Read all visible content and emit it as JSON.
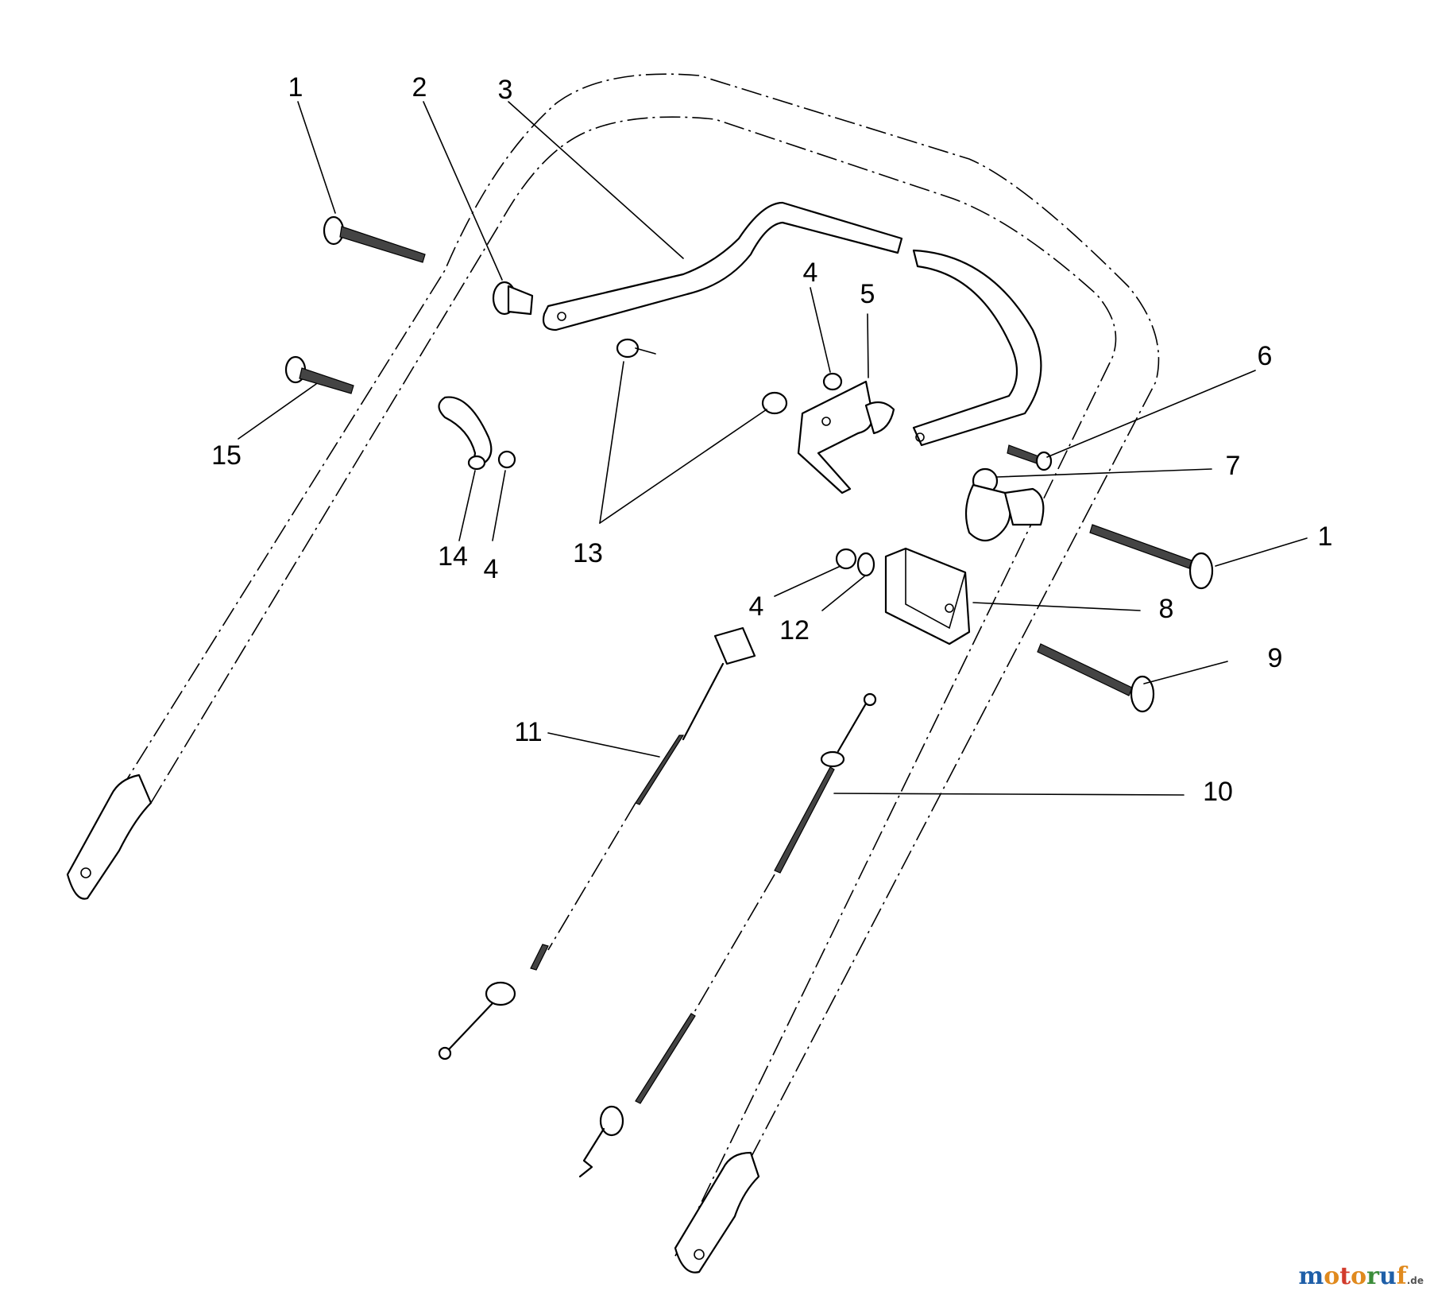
{
  "callouts": [
    {
      "id": "c1a",
      "label": "1"
    },
    {
      "id": "c2",
      "label": "2"
    },
    {
      "id": "c3",
      "label": "3"
    },
    {
      "id": "c4a",
      "label": "4"
    },
    {
      "id": "c5",
      "label": "5"
    },
    {
      "id": "c6",
      "label": "6"
    },
    {
      "id": "c7",
      "label": "7"
    },
    {
      "id": "c1b",
      "label": "1"
    },
    {
      "id": "c8",
      "label": "8"
    },
    {
      "id": "c9",
      "label": "9"
    },
    {
      "id": "c10",
      "label": "10"
    },
    {
      "id": "c11",
      "label": "11"
    },
    {
      "id": "c12",
      "label": "12"
    },
    {
      "id": "c4b",
      "label": "4"
    },
    {
      "id": "c13",
      "label": "13"
    },
    {
      "id": "c14",
      "label": "14"
    },
    {
      "id": "c4c",
      "label": "4"
    },
    {
      "id": "c15",
      "label": "15"
    }
  ],
  "watermark": {
    "m": "m",
    "o": "o",
    "t": "t",
    "o2": "o",
    "r": "r",
    "u": "u",
    "f": "f",
    "de": ".de"
  }
}
